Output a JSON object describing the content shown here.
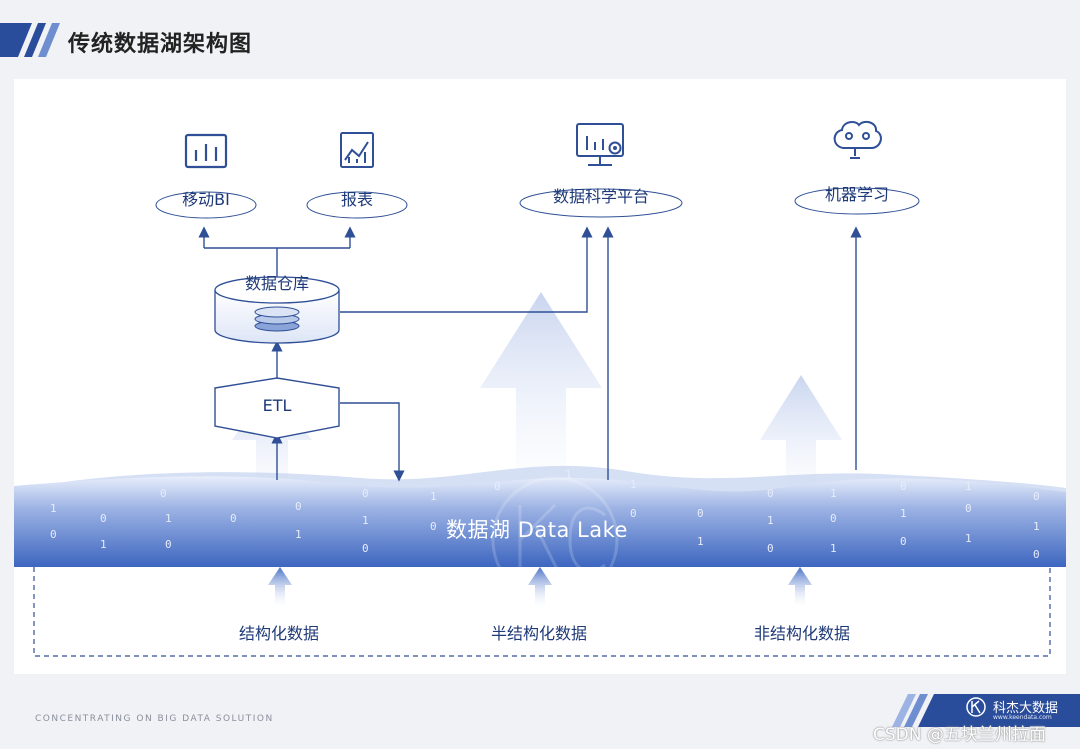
{
  "header": {
    "title": "传统数据湖架构图"
  },
  "nodes": {
    "mobile_bi": "移动BI",
    "report": "报表",
    "data_science": "数据科学平台",
    "ml": "机器学习",
    "warehouse": "数据仓库",
    "etl": "ETL",
    "lake": "数据湖 Data Lake"
  },
  "sources": [
    "结构化数据",
    "半结构化数据",
    "非结构化数据"
  ],
  "footer": {
    "tagline": "CONCENTRATING ON BIG DATA SOLUTION"
  },
  "brand": {
    "name": "科杰大数据",
    "url": "www.keendata.com"
  },
  "watermark": "CSDN @五块兰州拉面",
  "colors": {
    "primary": "#2a4d9b",
    "lake": "#4a72c7",
    "line": "#2f4f96"
  }
}
